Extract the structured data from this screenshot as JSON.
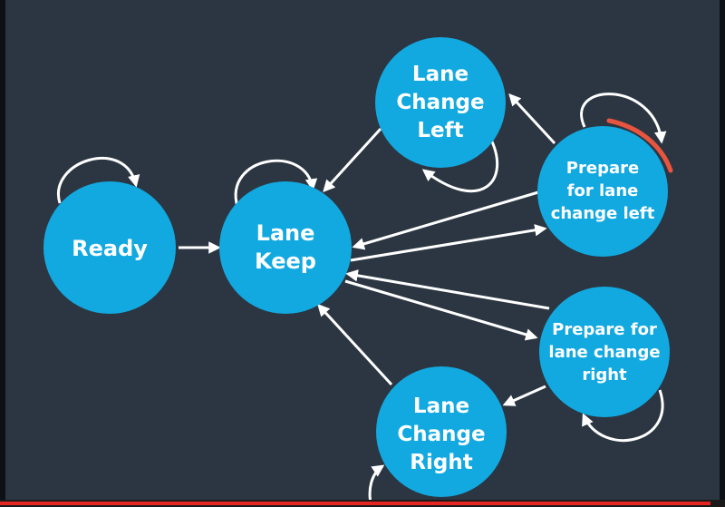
{
  "colors": {
    "background": "#2b3642",
    "node_fill": "#12a9e0",
    "edge": "#ffffff",
    "highlight_arc": "#e8553f",
    "progress": "#e52521"
  },
  "states": {
    "ready": [
      "Ready"
    ],
    "lane_keep": [
      "Lane",
      "Keep"
    ],
    "lane_change_left": [
      "Lane",
      "Change",
      "Left"
    ],
    "prepare_left": [
      "Prepare",
      "for lane",
      "change left"
    ],
    "prepare_right": [
      "Prepare for",
      "lane change",
      "right"
    ],
    "lane_change_right": [
      "Lane",
      "Change",
      "Right"
    ]
  },
  "video": {
    "progress": 0.98
  }
}
